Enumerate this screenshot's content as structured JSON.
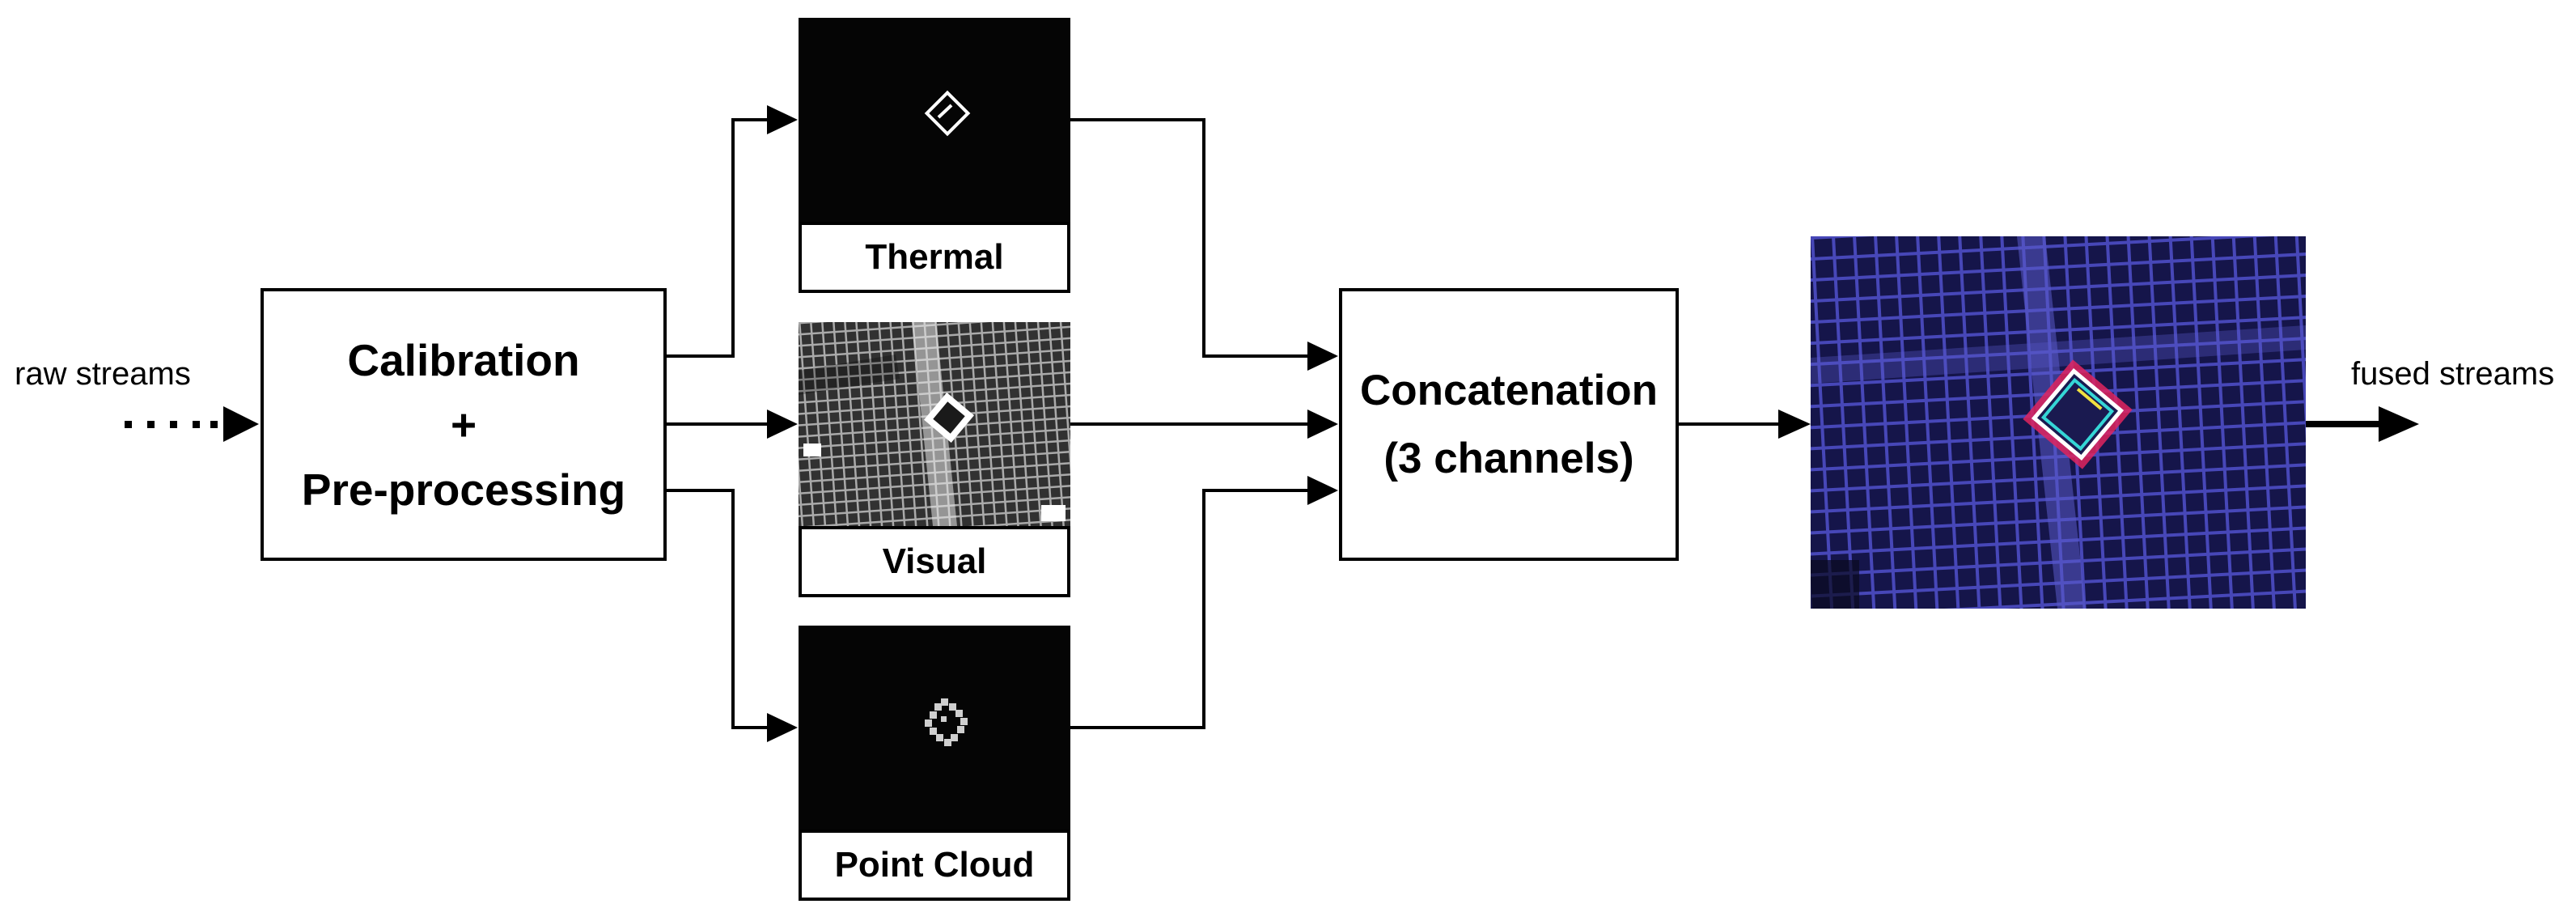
{
  "inputs": {
    "raw_label": "raw streams"
  },
  "preprocess": {
    "line1": "Calibration",
    "line2": "+",
    "line3": "Pre-processing"
  },
  "modalities": [
    {
      "label": "Thermal"
    },
    {
      "label": "Visual"
    },
    {
      "label": "Point Cloud"
    }
  ],
  "fusion": {
    "line1": "Concatenation",
    "line2": "(3 channels)"
  },
  "outputs": {
    "fused_label": "fused streams"
  },
  "colors": {
    "stroke": "#000000",
    "thermal_bg": "#050505",
    "visual_bg": "#3a3a3a",
    "fused_bg": "#15154a",
    "fused_grid": "#4747b8",
    "fused_highlight": "#e0245e"
  }
}
